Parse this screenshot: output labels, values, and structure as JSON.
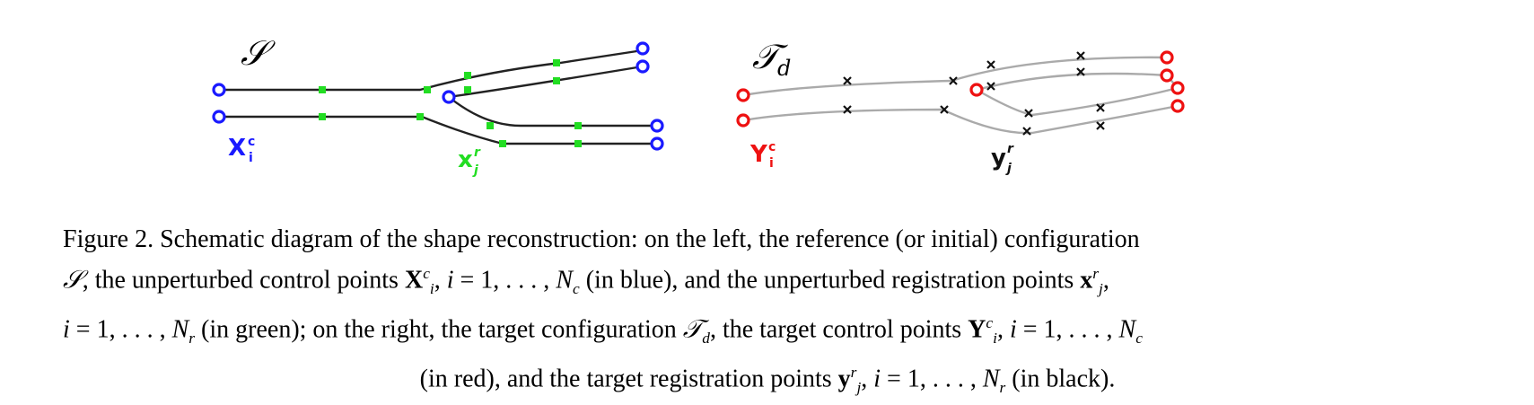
{
  "figure": {
    "left_panel": {
      "title": "𝒮",
      "control_label": "X",
      "control_label_sup": "c",
      "control_label_sub": "i",
      "registration_label": "x",
      "registration_label_sup": "r",
      "registration_label_sub": "j",
      "colors": {
        "curve": "#222222",
        "control_points": "#1a1aff",
        "registration_points": "#22dd22"
      }
    },
    "right_panel": {
      "title": "𝒯",
      "title_sub": "d",
      "control_label": "Y",
      "control_label_sup": "c",
      "control_label_sub": "i",
      "registration_label": "y",
      "registration_label_sup": "r",
      "registration_label_sub": "j",
      "colors": {
        "curve": "#aaaaaa",
        "control_points": "#ee1111",
        "registration_points": "#111111"
      }
    }
  },
  "caption": {
    "l1": "Figure 2.  Schematic diagram of the shape reconstruction: on the left, the reference (or initial) configuration",
    "l2_a": "𝒮",
    "l2_b": ", the unperturbed control points ",
    "l2_c": "X",
    "l2_c_sup": "c",
    "l2_c_sub": "i",
    "l2_d": ", ",
    "l2_e": "i",
    "l2_f": " = 1, . . . , ",
    "l2_g": "N",
    "l2_g_sub": "c",
    "l2_h": " (in blue), and the unperturbed registration points ",
    "l2_i": "x",
    "l2_i_sup": "r",
    "l2_i_sub": "j",
    "l2_j": ",",
    "l3_a": "i",
    "l3_b": " = 1, . . . , ",
    "l3_c": "N",
    "l3_c_sub": "r",
    "l3_d": " (in green); on the right, the target configuration ",
    "l3_e": "𝒯",
    "l3_e_sub": "d",
    "l3_f": ", the target control points ",
    "l3_g": "Y",
    "l3_g_sup": "c",
    "l3_g_sub": "i",
    "l3_h": ", ",
    "l3_i": "i",
    "l3_j": " = 1, . . . , ",
    "l3_k": "N",
    "l3_k_sub": "c",
    "l4_a": "(in red), and the target registration points ",
    "l4_b": "y",
    "l4_b_sup": "r",
    "l4_b_sub": "j",
    "l4_c": ", ",
    "l4_d": "i",
    "l4_e": " = 1, . . . , ",
    "l4_f": "N",
    "l4_f_sub": "r",
    "l4_g": " (in black)."
  }
}
